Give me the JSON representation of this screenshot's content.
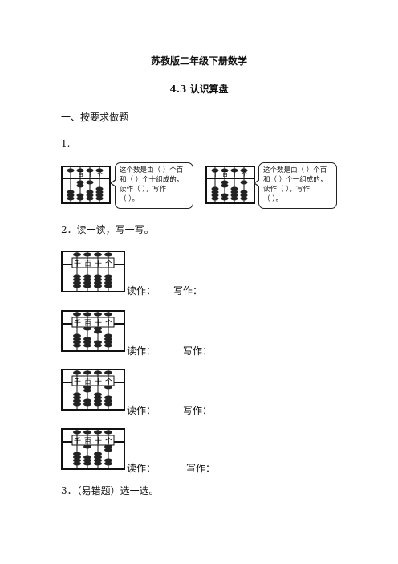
{
  "header": {
    "title": "苏教版二年级下册数学",
    "lesson": "4.3  认识算盘"
  },
  "section1": {
    "heading": "一、按要求做题",
    "q1_label": "1.",
    "bubble_left": [
      "这个数是由（   ）个百",
      "和（   ）个十组成的，",
      "读作（        ），写作",
      "（        ）。"
    ],
    "bubble_right": [
      "这个数是由（   ）个百",
      "和（   ）个一组成的，",
      "读作（        ），写作",
      "（        ）。"
    ]
  },
  "section2": {
    "heading": "2．读一读，写一写。",
    "read_label": "读作：",
    "write_label": "写作："
  },
  "section3": {
    "heading": "3．（易错题）选一选。"
  },
  "abacus": {
    "place_labels": [
      "千",
      "百",
      "十",
      "个"
    ]
  }
}
